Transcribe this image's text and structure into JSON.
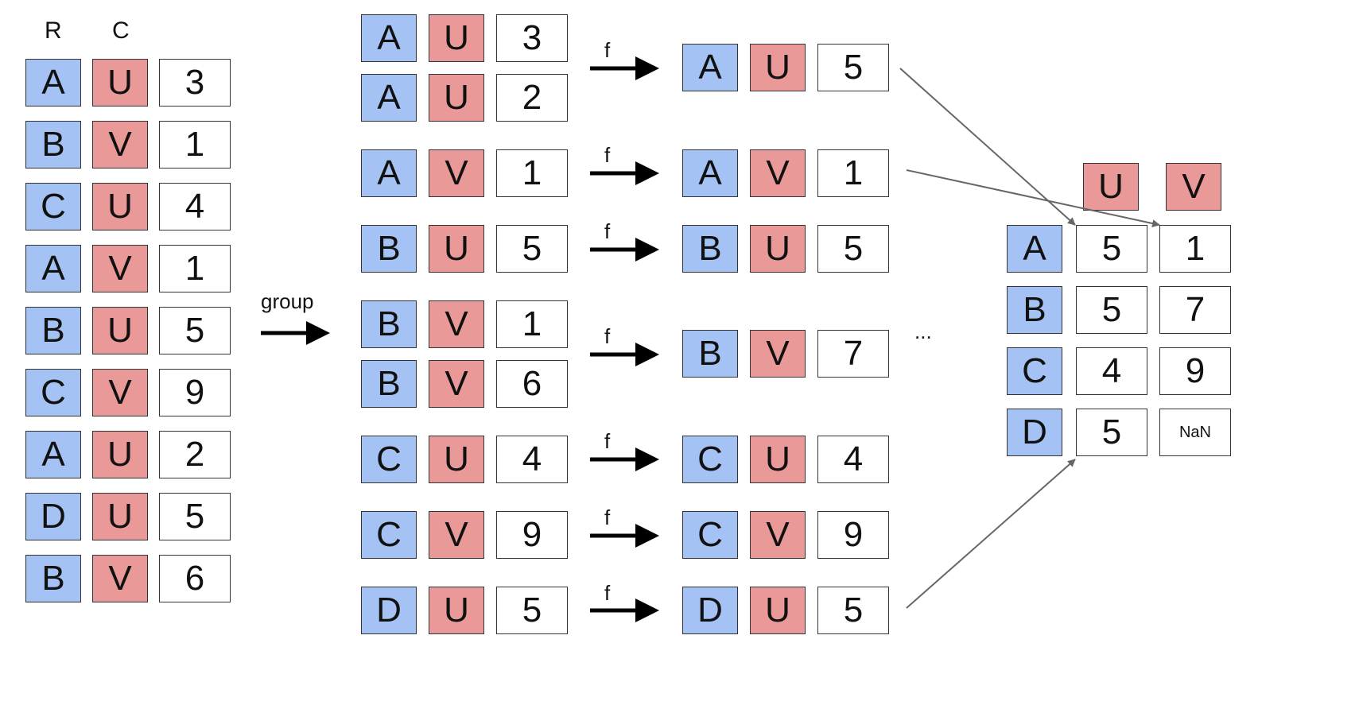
{
  "colors": {
    "row_key": "#a4c2f4",
    "col_key": "#ea9999",
    "value": "#ffffff"
  },
  "input": {
    "headers": [
      "R",
      "C"
    ],
    "rows": [
      [
        "A",
        "U",
        "3"
      ],
      [
        "B",
        "V",
        "1"
      ],
      [
        "C",
        "U",
        "4"
      ],
      [
        "A",
        "V",
        "1"
      ],
      [
        "B",
        "U",
        "5"
      ],
      [
        "C",
        "V",
        "9"
      ],
      [
        "A",
        "U",
        "2"
      ],
      [
        "D",
        "U",
        "5"
      ],
      [
        "B",
        "V",
        "6"
      ]
    ]
  },
  "group_label": "group",
  "func_label": "f",
  "groups": [
    {
      "rows": [
        [
          "A",
          "U",
          "3"
        ],
        [
          "A",
          "U",
          "2"
        ]
      ],
      "result": [
        "A",
        "U",
        "5"
      ]
    },
    {
      "rows": [
        [
          "A",
          "V",
          "1"
        ]
      ],
      "result": [
        "A",
        "V",
        "1"
      ]
    },
    {
      "rows": [
        [
          "B",
          "U",
          "5"
        ]
      ],
      "result": [
        "B",
        "U",
        "5"
      ]
    },
    {
      "rows": [
        [
          "B",
          "V",
          "1"
        ],
        [
          "B",
          "V",
          "6"
        ]
      ],
      "result": [
        "B",
        "V",
        "7"
      ]
    },
    {
      "rows": [
        [
          "C",
          "U",
          "4"
        ]
      ],
      "result": [
        "C",
        "U",
        "4"
      ]
    },
    {
      "rows": [
        [
          "C",
          "V",
          "9"
        ]
      ],
      "result": [
        "C",
        "V",
        "9"
      ]
    },
    {
      "rows": [
        [
          "D",
          "U",
          "5"
        ]
      ],
      "result": [
        "D",
        "U",
        "5"
      ]
    }
  ],
  "ellipsis": "...",
  "pivot": {
    "columns": [
      "U",
      "V"
    ],
    "rows": [
      {
        "key": "A",
        "values": [
          "5",
          "1"
        ]
      },
      {
        "key": "B",
        "values": [
          "5",
          "7"
        ]
      },
      {
        "key": "C",
        "values": [
          "4",
          "9"
        ]
      },
      {
        "key": "D",
        "values": [
          "5",
          "NaN"
        ]
      }
    ]
  }
}
